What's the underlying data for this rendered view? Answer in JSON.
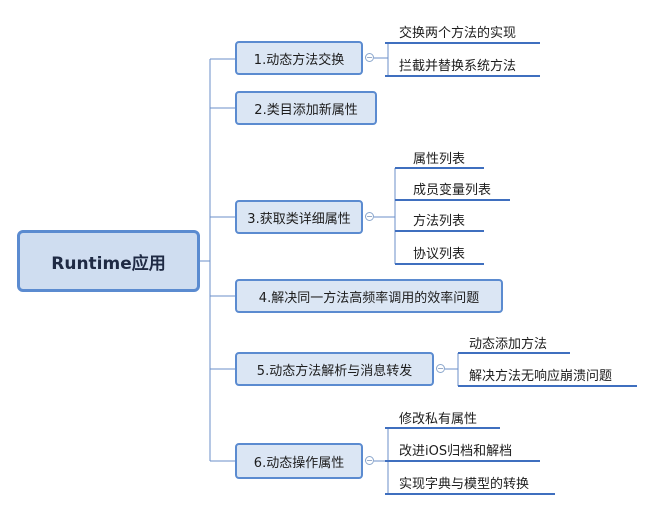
{
  "root": {
    "label": "Runtime应用"
  },
  "branches": [
    {
      "label": "1.动态方法交换",
      "children": [
        "交换两个方法的实现",
        "拦截并替换系统方法"
      ]
    },
    {
      "label": "2.类目添加新属性",
      "children": []
    },
    {
      "label": "3.获取类详细属性",
      "children": [
        "属性列表",
        "成员变量列表",
        "方法列表",
        "协议列表"
      ]
    },
    {
      "label": "4.解决同一方法高频率调用的效率问题",
      "children": []
    },
    {
      "label": "5.动态方法解析与消息转发",
      "children": [
        "动态添加方法",
        "解决方法无响应崩溃问题"
      ]
    },
    {
      "label": "6.动态操作属性",
      "children": [
        "修改私有属性",
        "改进iOS归档和解档",
        "实现字典与模型的转换"
      ]
    }
  ],
  "colors": {
    "connector": "#6b8fc8",
    "underline": "#3f6fbf",
    "root_border": "#5b8bd0",
    "branch_fill": "#dbe6f4"
  }
}
